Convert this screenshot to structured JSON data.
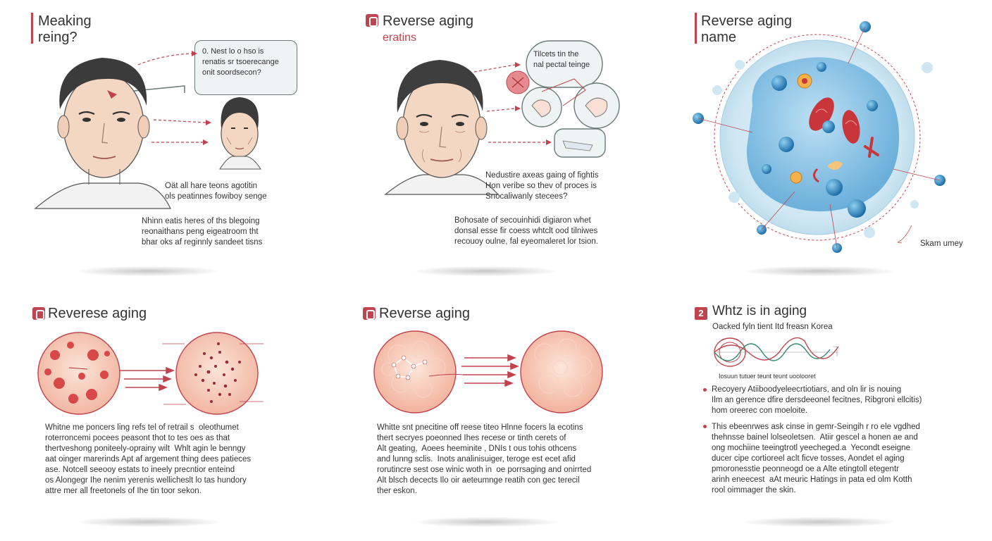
{
  "colors": {
    "accent": "#c0444f",
    "cell_blue": "#6fb6e0",
    "skin": "#f5c9b6"
  },
  "panel1": {
    "title_line1": "Meaking",
    "title_line2": "reing?",
    "bubble_line1": "0. Nest lo o hso is",
    "bubble_line2": "renatis sr tsoerecange",
    "bubble_line3": "onit soordsecon?",
    "caption_a_line1": "Oät all hare teons agotitin",
    "caption_a_line2": "ols peatinnes fowiboy senge",
    "caption_b_line1": "Nhinn eatis heres of ths blegoing",
    "caption_b_line2": "reonaithans peng eigeatroom tht",
    "caption_b_line3": "bhar oks af reginnly sandeet tisns"
  },
  "panel2": {
    "title": "Reverse aging",
    "subtitle": "eratins",
    "bubble_line1": "Tilcets tin the",
    "bubble_line2": "nal pectal teinge",
    "caption_a_line1": "Nedustire axeas gaing of fightis",
    "caption_a_line2": "Hon veribe so thev of proces is",
    "caption_a_line3": "Snocaliwanly stecees?",
    "caption_b_line1": "Bohosate of secouinhidi digiaron whet",
    "caption_b_line2": "donsal esse fir coess whtclt ood tilniwes",
    "caption_b_line3": "recouoy oulne, fal eyeomaleret lor tsion."
  },
  "panel3": {
    "title_line1": "Reverse aging",
    "title_line2": "name",
    "label": "Skam umey"
  },
  "panel4": {
    "title": "Reverese aging",
    "caption_line1": "Whitne me poncers ling refs tel of retrail s  oleothumet",
    "caption_line2": "roterroncemi pocees peasont thot to tes oes as that",
    "caption_line3": "thertveshong poniteely-oprainy wilt  Whlt agin le benngy",
    "caption_line4": "aat oinger marerinds Apt af argement thing dees patieces",
    "caption_line5": "ase. Notcell seeooy estats to ineely precntior enteind",
    "caption_line6": "os Alongegr Ihe nenim yerenis wellicheslt lo tas hundory",
    "caption_line7": "attre mer all freetonels of Ihe tin toor sekon."
  },
  "panel5": {
    "title": "Reverse aging",
    "caption_line1": "Whitte snt pnecitine off reese titeo Hlnne focers la ecotins",
    "caption_line2": "thert secryes poeonned Ihes recese or tinth cerets of",
    "caption_line3": "Alt geating,  Aoees heeminite , DNIs t ous tohis othcens",
    "caption_line4": "and lunng sclis.  Inots analinisuiger, teroge est ecet afid",
    "caption_line5": "rorutincre sest ose winic woth in  oe porrsaging and onirrted",
    "caption_line6": "Alt blsch decects Ilo oir aeteumnge reatih con gec terecil",
    "caption_line7": "ther eskon."
  },
  "panel6": {
    "badge": "2",
    "title": "Whtz is in aging",
    "subtitle": "Oacked fyln tient Itd freasn Korea",
    "wave_label": "Iosuun tutuer teunt teunt uoolooret",
    "bullet1_line1": "Recoyery Atiiboodyeleecrtiotiars, and oln lir is nouing",
    "bullet1_line2": "Ilm an gerence dfire dersdeeonel fecitnes, Ribgroni ellcitis)",
    "bullet1_line3": "hom oreerec con moeloite.",
    "bullet2_line1": "This ebeenrwes ask cinse in gemr-Seingih r ro ele vgdhed",
    "bullet2_line2": "thehnsse bainel lolseoletsen.  Atiir gescel a honen ae and",
    "bullet2_line3": "ong mochiine teeingtrotl yeecheged.a  Yecondt eseigne",
    "bullet2_line4": "ducer cipe cortioreel aclt ficve tosses, Aondet el aging",
    "bullet2_line5": "pmoronesstie peonneogd oe a Alte etingtoll etegentr",
    "bullet2_line6": "arinh eneecest  aAt meuric Hatings in pata ed olm Kotth",
    "bullet2_line7": "rool oimmager the skin."
  }
}
